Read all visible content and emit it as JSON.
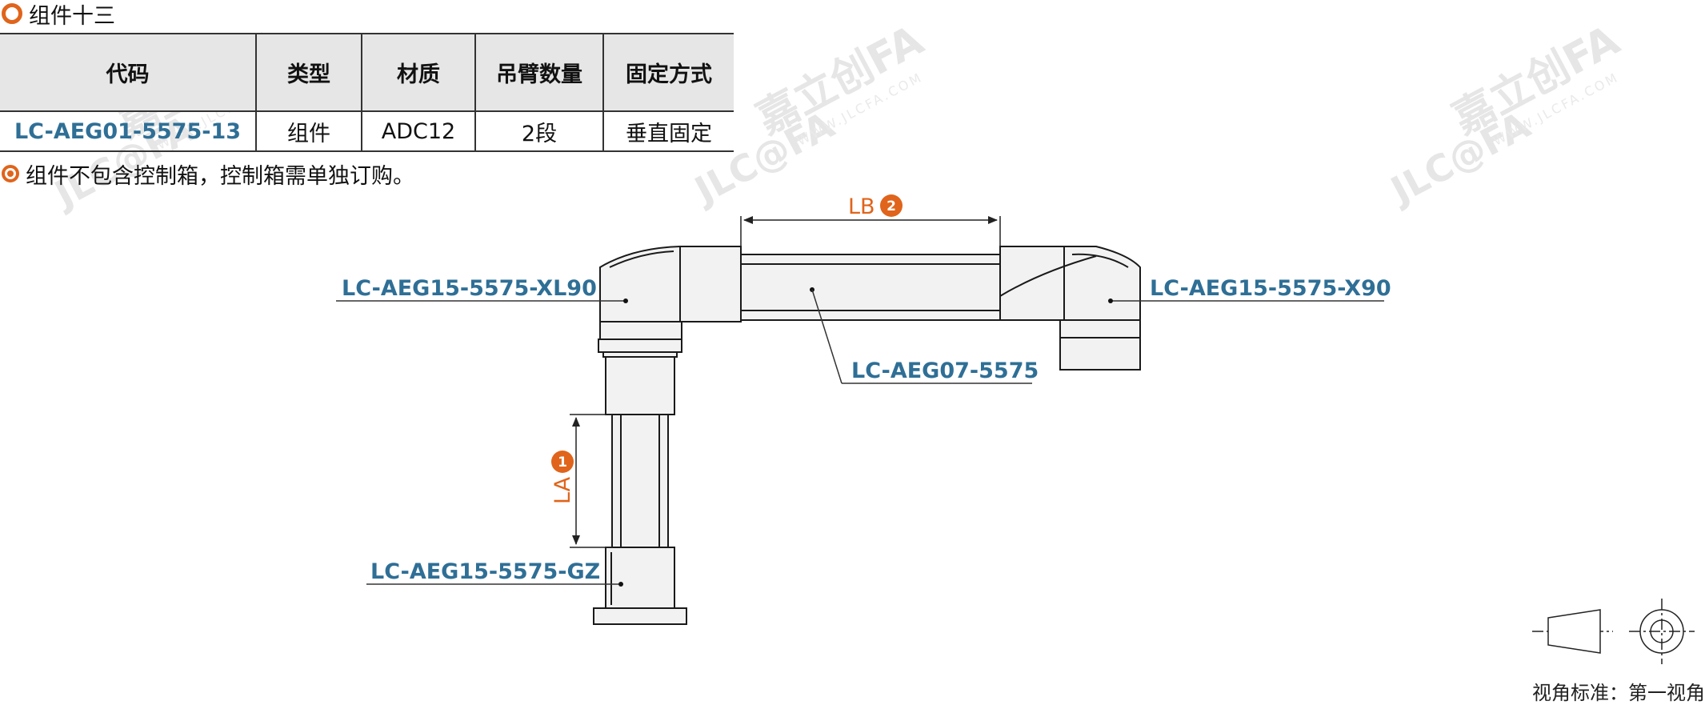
{
  "section": {
    "title": "组件十三"
  },
  "table": {
    "headers": [
      "代码",
      "类型",
      "材质",
      "吊臂数量",
      "固定方式"
    ],
    "row": [
      "LC-AEG01-5575-13",
      "组件",
      "ADC12",
      "2段",
      "垂直固定"
    ]
  },
  "note": "组件不包含控制箱，控制箱需单独订购。",
  "diagram": {
    "labels": {
      "xl90": "LC-AEG15-5575-XL90",
      "x90": "LC-AEG15-5575-X90",
      "arm": "LC-AEG07-5575",
      "base": "LC-AEG15-5575-GZ"
    },
    "dimensions": {
      "lb": {
        "text": "LB",
        "badge": "2"
      },
      "la": {
        "text": "LA",
        "badge": "1"
      }
    }
  },
  "watermark": {
    "brand": "JLC@FA",
    "name": "嘉立创FA",
    "url": "WWW.JLCFA.COM"
  },
  "view_standard": "视角标准：第一视角",
  "colors": {
    "accent": "#e0641b",
    "label_blue": "#2f6f96",
    "header_gray": "#e6e6e6"
  }
}
